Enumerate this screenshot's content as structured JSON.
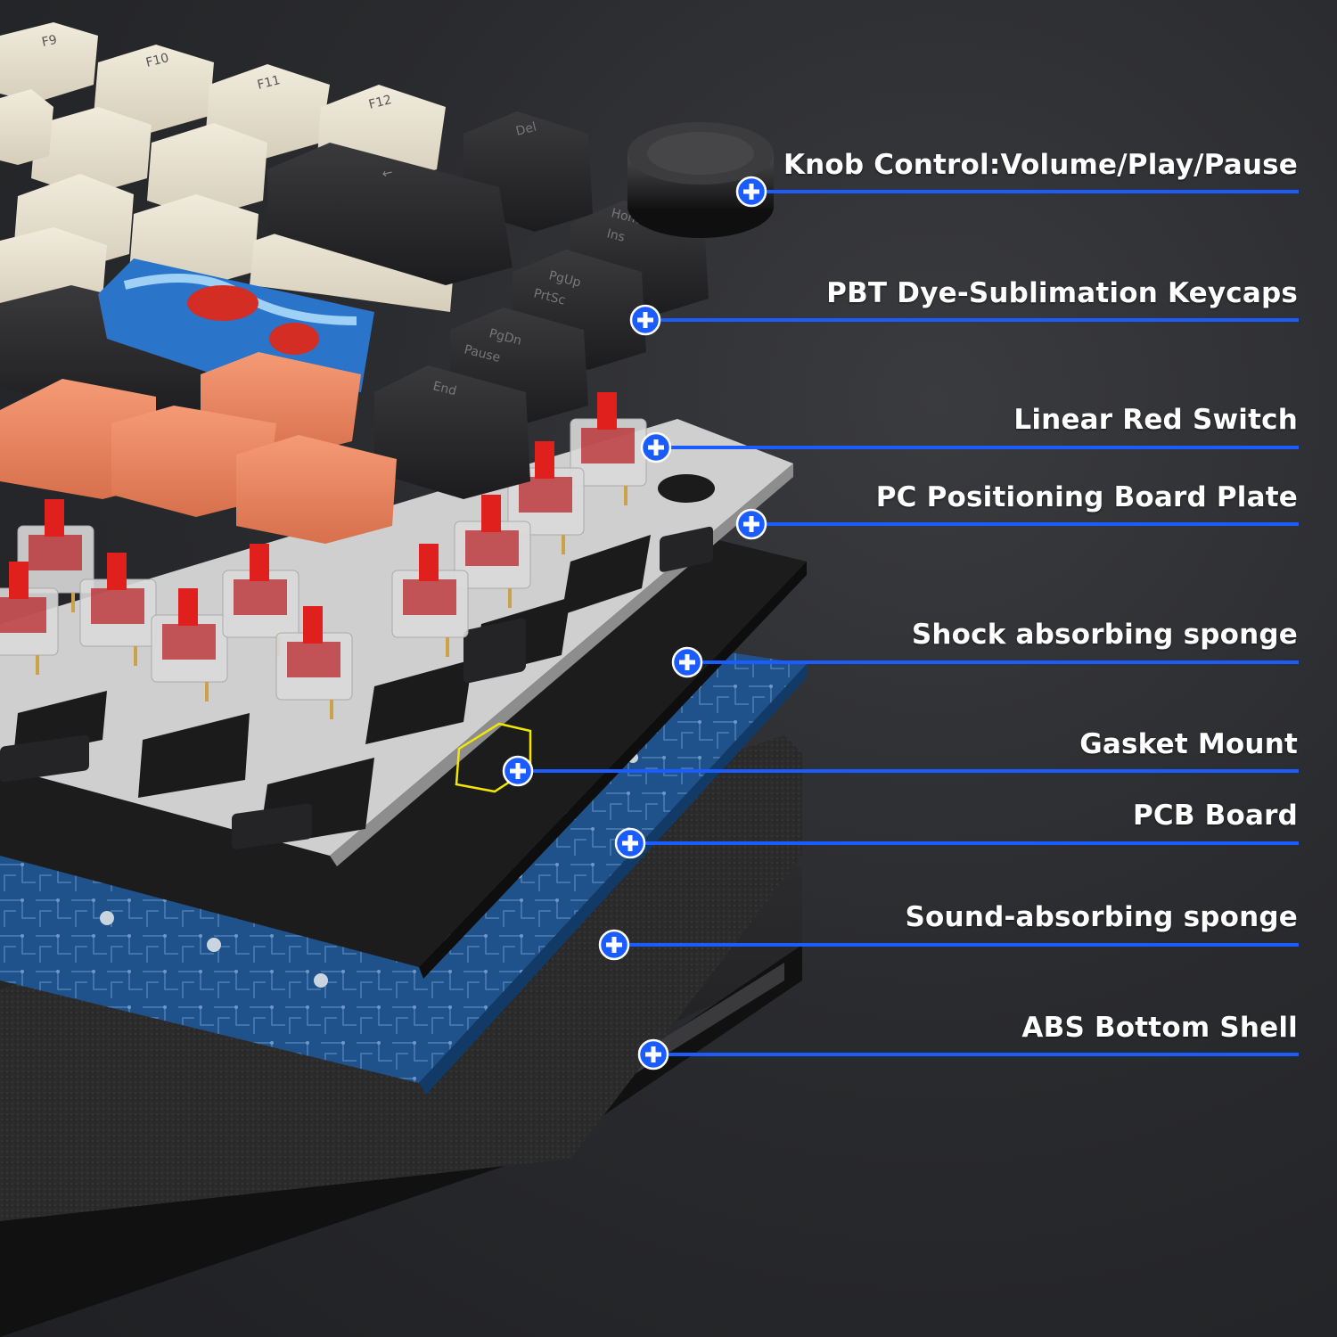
{
  "callouts": [
    {
      "id": "knob",
      "label": "Knob Control:Volume/Play/Pause",
      "icon": "plus-icon"
    },
    {
      "id": "keycaps",
      "label": "PBT Dye-Sublimation Keycaps",
      "icon": "plus-icon"
    },
    {
      "id": "switch",
      "label": "Linear Red Switch",
      "icon": "plus-icon"
    },
    {
      "id": "plate",
      "label": "PC Positioning Board Plate",
      "icon": "plus-icon"
    },
    {
      "id": "shock-sponge",
      "label": "Shock absorbing sponge",
      "icon": "plus-icon"
    },
    {
      "id": "gasket",
      "label": "Gasket Mount",
      "icon": "plus-icon"
    },
    {
      "id": "pcb",
      "label": "PCB Board",
      "icon": "plus-icon"
    },
    {
      "id": "sound-sponge",
      "label": "Sound-absorbing sponge",
      "icon": "plus-icon"
    },
    {
      "id": "shell",
      "label": "ABS Bottom Shell",
      "icon": "plus-icon"
    }
  ],
  "keycaps": {
    "f9": "F9",
    "f10": "F10",
    "f11": "F11",
    "f12": "F12",
    "del": "Del",
    "backspace": "←",
    "home": "Home",
    "ins": "Ins",
    "pgup": "PgUp",
    "prtsc": "PrtSc",
    "pgdn": "PgDn",
    "pause": "Pause",
    "end": "End"
  },
  "colors": {
    "accent": "#1a5cff",
    "background": "#2a2b2e",
    "keycap_cream": "#e6dfcf",
    "keycap_black": "#2b2b2d",
    "keycap_orange": "#ef8a65",
    "switch_red": "#e0201c",
    "pcb_blue": "#1d4f86",
    "plate_grey": "#c9c9c9"
  }
}
